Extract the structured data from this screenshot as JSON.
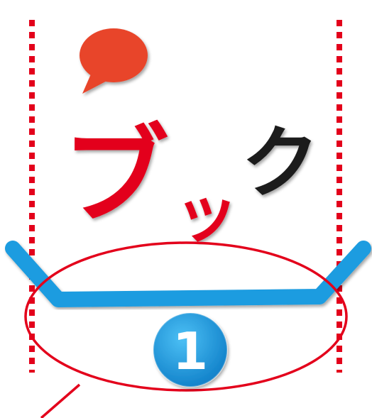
{
  "kana": {
    "bu": "ブ",
    "small_tsu": "ッ",
    "ku": "ク"
  },
  "beat_badge": {
    "count": "1"
  },
  "colors": {
    "red": "#e3001b",
    "black": "#1a1a1a",
    "blue": "#1f9ce0",
    "bubble": "#e8452b",
    "dotted_guide": "#e3001b",
    "ellipse": "#e3001b"
  },
  "icons": [
    "speech-bubble-icon"
  ]
}
